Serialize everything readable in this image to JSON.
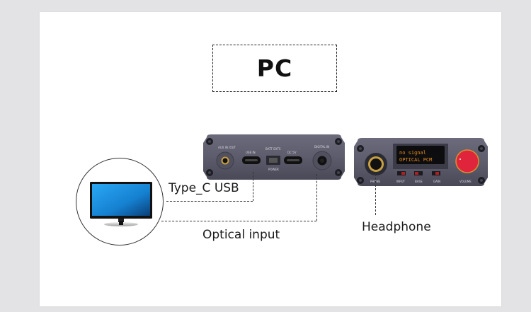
{
  "title": "PC",
  "labels": {
    "type_c_usb": "Type_C USB",
    "optical_input": "Optical input",
    "headphone": "Headphone"
  },
  "rear_panel": {
    "ports": {
      "aux": "AUX IN /OUT",
      "usb_in": "USB IN",
      "batt_exts": "BATT EXTS",
      "power": "POWER",
      "dc": "DC 5V",
      "digital_in": "DIGITAL IN"
    }
  },
  "front_panel": {
    "display_line1": "no signal",
    "display_line2": "OPTICAL  PCM",
    "controls": {
      "phone": "PHONE",
      "input": "INPUT",
      "bass": "BASS",
      "gain": "GAIN",
      "volume": "VOLUME"
    }
  },
  "colors": {
    "background": "#e3e3e5",
    "card": "#ffffff",
    "device_body": "#5b5a6a",
    "knob": "#e0243c",
    "display_text": "#e08a1a",
    "screen_blue": "#1e8fe0"
  }
}
